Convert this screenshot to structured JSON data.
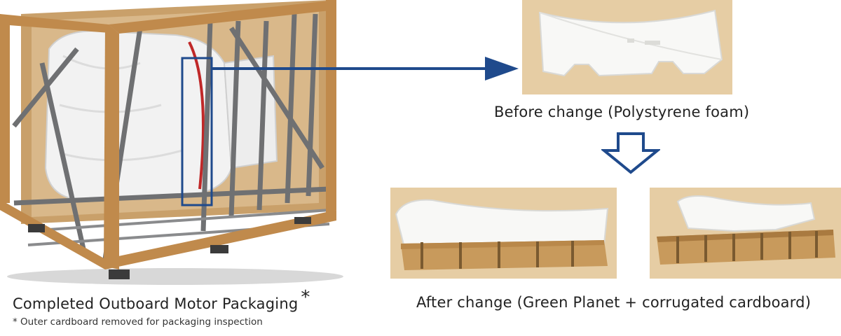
{
  "captions": {
    "completed": "Completed Outboard Motor Packaging",
    "completed_mark": "*",
    "note": "* Outer cardboard removed for packaging inspection",
    "before": "Before change (Polystyrene foam)",
    "after": "After change (Green Planet + corrugated cardboard)"
  },
  "colors": {
    "accent_blue": "#1f4a8c",
    "cardboard": "#c89a5c",
    "foam": "#f7f7f5",
    "background_tan": "#e6cda4"
  },
  "icons": {
    "arrow_right": "arrow-right-icon",
    "arrow_down": "arrow-down-outline-icon"
  }
}
